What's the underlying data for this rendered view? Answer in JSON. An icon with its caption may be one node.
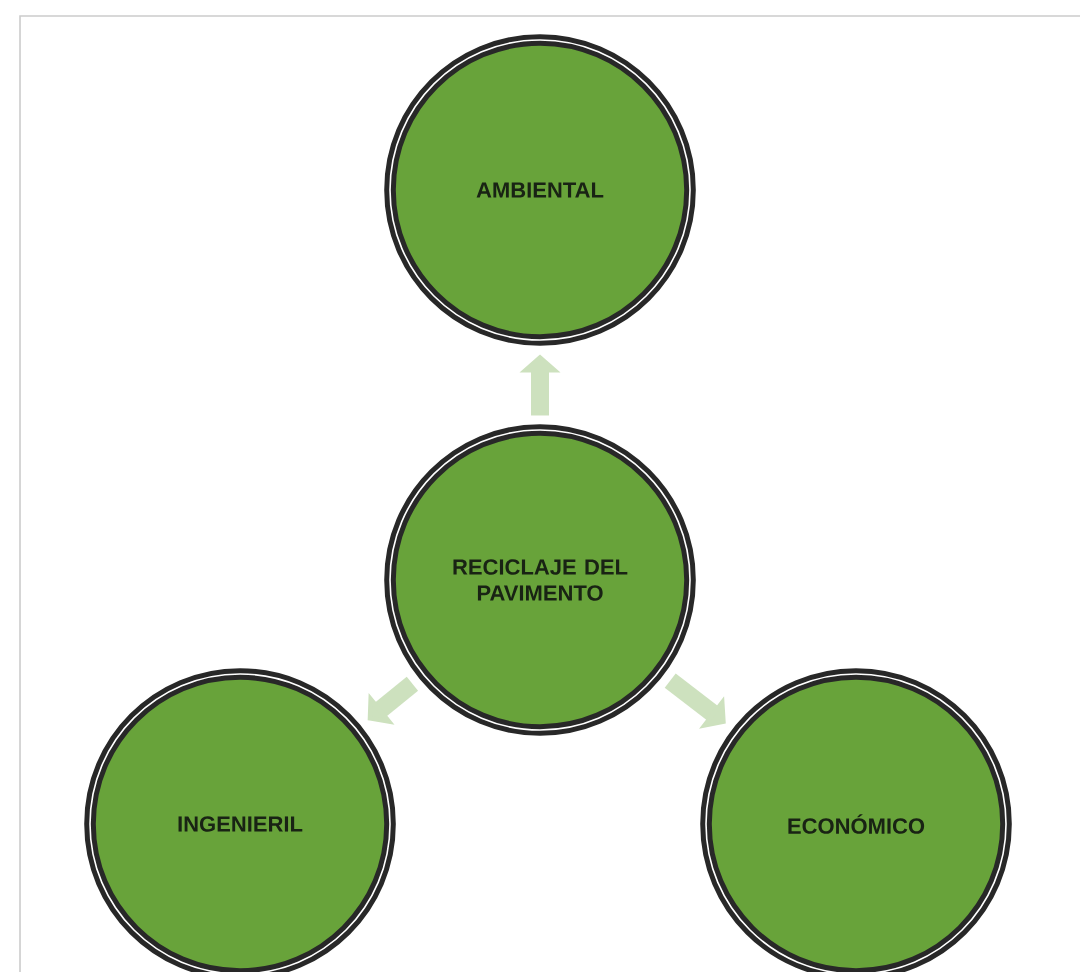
{
  "diagram": {
    "nodes": [
      {
        "text": [
          "AMBIENTAL"
        ]
      },
      {
        "text": [
          "RECICLAJE DEL PAVIMENTO"
        ]
      },
      {
        "text": [
          "INGENIERIL"
        ]
      },
      {
        "text": [
          "ECONÓMICO"
        ]
      }
    ],
    "edges": [
      {
        "from": 1,
        "to": 0,
        "arrow": "to"
      },
      {
        "from": 1,
        "to": 2,
        "arrow": "to"
      },
      {
        "from": 1,
        "to": 3,
        "arrow": "to"
      }
    ]
  }
}
